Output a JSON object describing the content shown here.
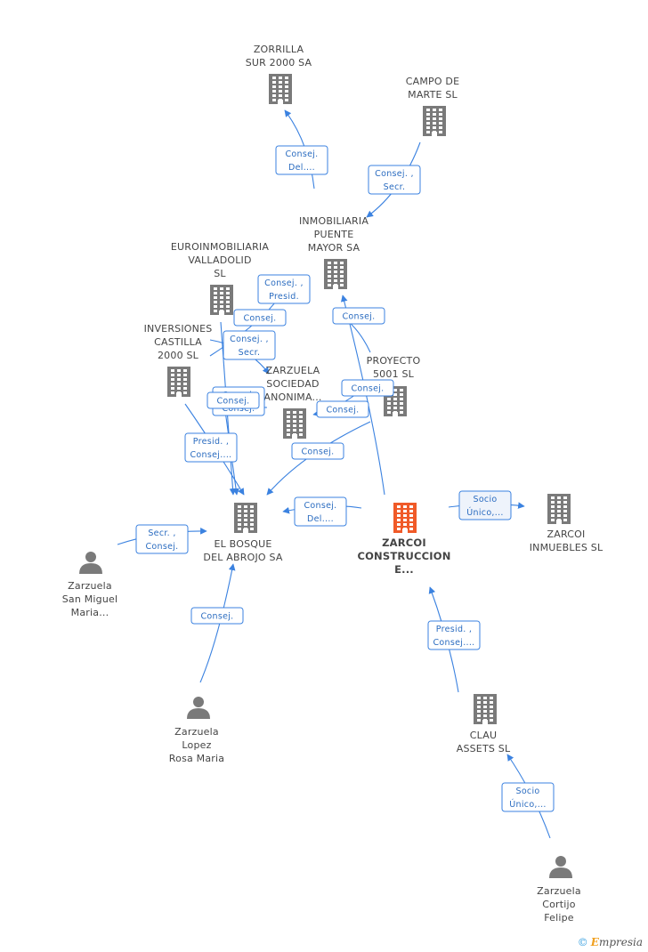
{
  "nodes": [
    {
      "id": "zorrilla",
      "type": "company",
      "label": [
        "ZORRILLA",
        "SUR 2000 SA"
      ]
    },
    {
      "id": "campo",
      "type": "company",
      "label": [
        "CAMPO DE",
        "MARTE  SL"
      ]
    },
    {
      "id": "inmob",
      "type": "company",
      "label": [
        "INMOBILIARIA",
        "PUENTE",
        "MAYOR SA"
      ]
    },
    {
      "id": "euro",
      "type": "company",
      "label": [
        "EUROINMOBILIARIA",
        "VALLADOLID",
        "SL"
      ]
    },
    {
      "id": "invcast",
      "type": "company",
      "label": [
        "INVERSIONES",
        "CASTILLA",
        "2000 SL"
      ]
    },
    {
      "id": "zarzsoc",
      "type": "company",
      "label": [
        "ZARZUELA",
        "SOCIEDAD",
        "ANONIMA..."
      ]
    },
    {
      "id": "proyecto",
      "type": "company",
      "label": [
        "PROYECTO",
        "5001 SL"
      ]
    },
    {
      "id": "bosque",
      "type": "company",
      "label": [
        "EL BOSQUE",
        "DEL ABROJO SA"
      ]
    },
    {
      "id": "zarcoi",
      "type": "main",
      "label": [
        "ZARCOI",
        "CONSTRUCCION",
        "E..."
      ]
    },
    {
      "id": "zarcoiinm",
      "type": "company",
      "label": [
        "ZARCOI",
        "INMUEBLES SL"
      ]
    },
    {
      "id": "clau",
      "type": "company",
      "label": [
        "CLAU",
        "ASSETS SL"
      ]
    },
    {
      "id": "p_sanmiguel",
      "type": "person",
      "label": [
        "Zarzuela",
        "San Miguel",
        "Maria..."
      ]
    },
    {
      "id": "p_lopez",
      "type": "person",
      "label": [
        "Zarzuela",
        "Lopez",
        "Rosa Maria"
      ]
    },
    {
      "id": "p_cortijo",
      "type": "person",
      "label": [
        "Zarzuela",
        "Cortijo",
        "Felipe"
      ]
    }
  ],
  "edges": [
    {
      "id": "e1",
      "label": [
        "Consej.",
        "Del...."
      ]
    },
    {
      "id": "e2",
      "label": [
        "Consej. ,",
        "Secr."
      ]
    },
    {
      "id": "e3",
      "label": [
        "Consej. ,",
        "Presid."
      ]
    },
    {
      "id": "e4",
      "label": [
        "Consej."
      ]
    },
    {
      "id": "e5",
      "label": [
        "Consej. ,",
        "Secr."
      ]
    },
    {
      "id": "e6",
      "label": [
        "Consej."
      ]
    },
    {
      "id": "e7",
      "label": [
        "Consej.",
        "Consej."
      ]
    },
    {
      "id": "e8",
      "label": [
        "Consej."
      ]
    },
    {
      "id": "e9",
      "label": [
        "Consej."
      ]
    },
    {
      "id": "e10",
      "label": [
        "Presid. ,",
        "Consej...."
      ]
    },
    {
      "id": "e11",
      "label": [
        "Consej."
      ]
    },
    {
      "id": "e12",
      "label": [
        "Consej."
      ]
    },
    {
      "id": "e13",
      "label": [
        "Consej.",
        "Del...."
      ]
    },
    {
      "id": "e14",
      "label": [
        "Socio",
        "Único,..."
      ],
      "shaded": true
    },
    {
      "id": "e15",
      "label": [
        "Secr. ,",
        "Consej."
      ]
    },
    {
      "id": "e16",
      "label": [
        "Consej."
      ]
    },
    {
      "id": "e17",
      "label": [
        "Presid. ,",
        "Consej...."
      ]
    },
    {
      "id": "e18",
      "label": [
        "Socio",
        "Único,..."
      ]
    }
  ],
  "footer": {
    "copyright": "©",
    "brand_initial": "E",
    "brand_rest": "mpresia"
  },
  "colors": {
    "edge": "#3b82e0",
    "company_icon": "#7a7a7a",
    "main_icon": "#f05a28",
    "person_icon": "#7a7a7a"
  }
}
